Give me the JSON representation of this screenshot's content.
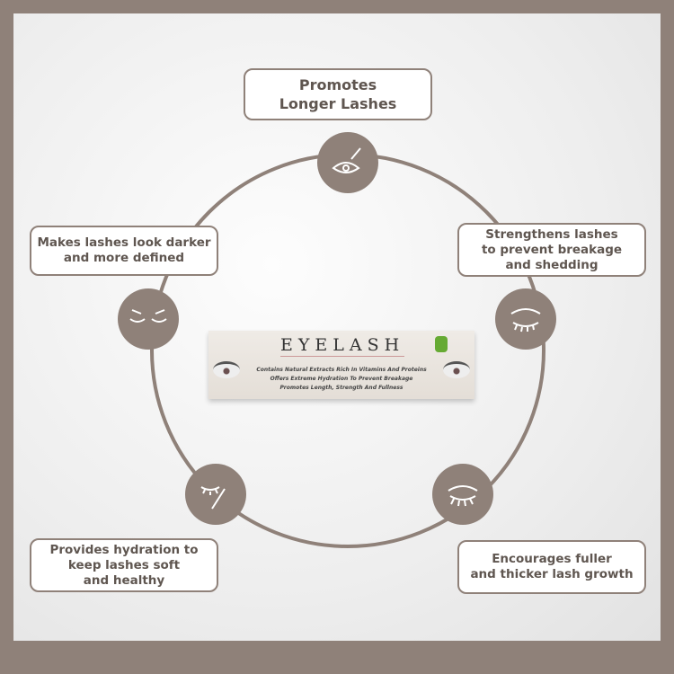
{
  "benefits": {
    "top": "Promotes\nLonger Lashes",
    "right_top": "Strengthens lashes\nto prevent breakage\nand shedding",
    "left_top": "Makes lashes look darker\nand more defined",
    "left_bottom": "Provides hydration to\nkeep lashes soft\nand healthy",
    "right_bottom": "Encourages fuller\nand thicker lash growth"
  },
  "product": {
    "brand": "EYELASH",
    "line1": "Contains Natural Extracts Rich In Vitamins And Proteins",
    "line2": "Offers Extreme Hydration To Prevent Breakage",
    "line3": "Promotes Length, Strength And Fullness"
  },
  "colors": {
    "frame": "#8f8179",
    "text": "#5f5650"
  }
}
